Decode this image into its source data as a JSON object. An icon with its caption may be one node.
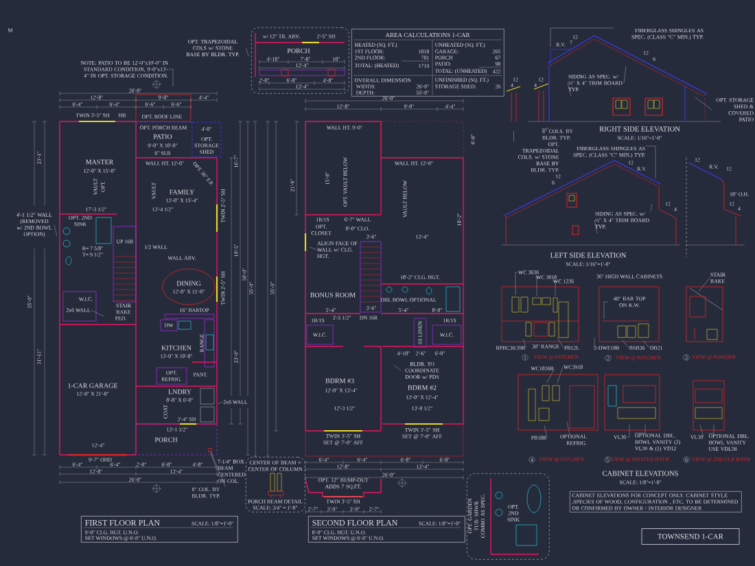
{
  "diagram": {
    "nodes": [
      {
        "text": [
          "AREA CALCULATIONS 1-CAR",
          "HEATED (SQ. FT.)",
          "1ST FLOOR:",
          "1018",
          "2ND FLOOR:",
          "701",
          "TOTAL: (HEATED)",
          "1719",
          "UNHEATED (SQ. FT.)",
          "GARAGE:",
          "265",
          "PORCH",
          "67",
          "PATIO:",
          "90",
          "TOTAL: (UNHEATED)",
          "422",
          "OVERALL DIMENSION",
          "WIDTH:",
          "26'-0\"",
          "DEPTH:",
          "55'-0\"",
          "UNFINISHED (SQ. FT.)",
          "STORAGE SHED:",
          "26"
        ]
      },
      {
        "text": [
          "FIRST FLOOR PLAN",
          "SCALE: 1/8\"=1'-0\"",
          "9'-0\" CLG. HGT. U.N.O.",
          "SET WINDOWS @ 6'-8\" U.N.O."
        ]
      },
      {
        "text": [
          "SECOND FLOOR PLAN",
          "SCALE: 1/8\"=1'-0\"",
          "8'-0\" CLG. HGT. U.N.O.",
          "SET WINDOWS @ 6'-8\" U.N.O."
        ]
      },
      {
        "text": [
          "CABINET ELEVATIONS FOR CONCEPT ONLY. CABINET STYLE ,SPECIES OF WOOD, CONFIGURATION , ETC. TO BE DETERMINED OR CONFIRMED BY OWNER / INTERIOR DESIGNER"
        ]
      },
      {
        "text": [
          "TOWNSEND 1-CAR"
        ]
      },
      {
        "text": [
          "w/ 12\" TR. ABV.",
          "2'-5\" SH",
          "PORCH",
          "4'-10\"",
          "7'-8\"",
          "10\"",
          "13'-4\"",
          "2'-0\"",
          "6'-8\"",
          "4'-8\"",
          "13'-4\""
        ]
      },
      {
        "text": [
          "OPT. TRAPEZOIDAL COLS w/ STONE BASE BY BLDR. TYP."
        ]
      },
      {
        "text": [
          "CENTER OF BEAM = CENTER OF COLUMN",
          "PORCH BEAM DETAIL",
          "SCALE: 3/4\" = 1'-0\""
        ]
      },
      {
        "text": [
          "OPT. GARDEN TUB/ SHWR COMBO AS SPEC.",
          "OPT. 2ND SINK"
        ]
      },
      {
        "text": [
          "NOTE: PATIO TO BE 12'-0\"x10'-0\" IN STANDARD CONDITION, 9'-0\"x13'-4\" IN OPT. STORAGE CONDITION."
        ]
      },
      {
        "text": [
          "4'-1 1/2\" WALL (REMOVED w/ 2ND BOWL OPTION)"
        ]
      },
      {
        "text": [
          "2x6 WALL"
        ]
      },
      {
        "text": [
          "2x6 WALL"
        ]
      },
      {
        "text": [
          "8\" COL. BY BLDR. TYP."
        ]
      },
      {
        "text": [
          "7-1/4\" BOX BEAM CENTERED ON COL."
        ]
      },
      {
        "text": [
          "ALIGN FACE OF WALL w/ CLG. HGT."
        ]
      },
      {
        "text": [
          "BLDR. TO COORDINATE DOOR w/ PDS"
        ]
      },
      {
        "text": [
          "FIBERGLASS SHINGLES AS SPEC. (CLASS \"C\" MIN.) TYP."
        ]
      },
      {
        "text": [
          "SIDING AS SPEC. w/ ½\" X 4\" TRIM BOARD TYP."
        ]
      },
      {
        "text": [
          "OPT. STORAGE SHED & COVERED PATIO"
        ]
      },
      {
        "text": [
          "8\" COLS. BY BLDR. TYP."
        ]
      },
      {
        "text": [
          "OPT. TRAPEZOIDAL COLS. w/ STONE BASE BY BLDR. TYP."
        ]
      },
      {
        "text": [
          "FIBERGLASS SHINGLES AS SPEC. (CLASS \"C\" MIN.) TYP."
        ]
      },
      {
        "text": [
          "SIDING AS SPEC. w/ ½\" X 4\" TRIM BOARD TYP."
        ]
      },
      {
        "text": [
          "WC 3636"
        ]
      },
      {
        "text": [
          "WC 3018"
        ]
      },
      {
        "text": [
          "WC 1236"
        ]
      },
      {
        "text": [
          "RPBC36/39R"
        ]
      },
      {
        "text": [
          "PB12L"
        ]
      },
      {
        "text": [
          "48\" BAR TOP ON K.W."
        ]
      },
      {
        "text": [
          "2-DWE18R"
        ]
      },
      {
        "text": [
          "BSB36"
        ]
      },
      {
        "text": [
          "DB21"
        ]
      },
      {
        "text": [
          "STAIR RAKE"
        ]
      },
      {
        "text": [
          "WC1836R"
        ]
      },
      {
        "text": [
          "WC3918"
        ]
      },
      {
        "text": [
          "PB18R"
        ]
      },
      {
        "text": [
          "OPTIONAL REFRIG."
        ]
      },
      {
        "text": [
          "VL36"
        ]
      },
      {
        "text": [
          "OPTIONAL DBL. BOWL VANITY (2) VL30 & (1) VD12"
        ]
      },
      {
        "text": [
          "VL30"
        ]
      },
      {
        "text": [
          "OPTIONAL DBL. BOWL VANITY USE VDL58"
        ]
      },
      {
        "text": [],
        "shape": "box"
      }
    ],
    "edges": [
      {
        "from": 6,
        "to": null,
        "arrow": "none"
      },
      {
        "from": 9,
        "to": null,
        "arrow": "none"
      },
      {
        "from": 10,
        "to": null,
        "arrow": "none"
      },
      {
        "from": 11,
        "to": null,
        "arrow": "none"
      },
      {
        "from": 12,
        "to": null,
        "arrow": "none"
      },
      {
        "from": 13,
        "to": 42,
        "arrow": "none"
      },
      {
        "from": 14,
        "to": 42,
        "arrow": "none"
      },
      {
        "from": 15,
        "to": null,
        "arrow": "none"
      },
      {
        "from": 16,
        "to": null,
        "arrow": "none"
      },
      {
        "from": 17,
        "to": null,
        "arrow": "none"
      },
      {
        "from": 18,
        "to": null,
        "arrow": "none"
      },
      {
        "from": 18,
        "to": null,
        "arrow": "none"
      },
      {
        "from": 19,
        "to": null,
        "arrow": "none"
      },
      {
        "from": 20,
        "to": null,
        "arrow": "none"
      },
      {
        "from": 21,
        "to": null,
        "arrow": "none"
      },
      {
        "from": 22,
        "to": null,
        "arrow": "none"
      },
      {
        "from": 23,
        "to": null,
        "arrow": "none"
      },
      {
        "from": 23,
        "to": null,
        "arrow": "none"
      },
      {
        "from": 24,
        "to": null,
        "arrow": "none"
      },
      {
        "from": 25,
        "to": null,
        "arrow": "none"
      },
      {
        "from": 26,
        "to": null,
        "arrow": "none"
      },
      {
        "from": 27,
        "to": null,
        "arrow": "none"
      },
      {
        "from": 28,
        "to": null,
        "arrow": "none"
      },
      {
        "from": 29,
        "to": null,
        "arrow": "none"
      },
      {
        "from": 30,
        "to": null,
        "arrow": "none"
      },
      {
        "from": 31,
        "to": null,
        "arrow": "none"
      },
      {
        "from": 32,
        "to": null,
        "arrow": "none"
      },
      {
        "from": 33,
        "to": null,
        "arrow": "none"
      },
      {
        "from": 34,
        "to": null,
        "arrow": "none"
      },
      {
        "from": 35,
        "to": null,
        "arrow": "none"
      },
      {
        "from": 36,
        "to": null,
        "arrow": "none"
      },
      {
        "from": 37,
        "to": null,
        "arrow": "none"
      },
      {
        "from": 38,
        "to": null,
        "arrow": "none"
      },
      {
        "from": 39,
        "to": null,
        "arrow": "none"
      },
      {
        "from": 40,
        "to": null,
        "arrow": "none"
      },
      {
        "from": 41,
        "to": null,
        "arrow": "none"
      }
    ],
    "labels": [
      "M",
      "26'-0\"",
      "12'-8\"",
      "9'-0\"",
      "4'-4\"",
      "6'-4\"",
      "6'-4\"",
      "6'-6\"",
      "6'-6\"",
      "TWIN 3'-5\" SH",
      "HB",
      "OPT. ROOF LINE",
      "OPT. PORCH BEAM",
      "PATIO",
      "9'-0\" X 10'-0\"",
      "4'-0\"",
      "OPT. STORAGE SHED",
      "6\" SLR",
      "WALL HT. 12'-0\"",
      "MASTER",
      "12'-0\" X 15'-0\"",
      "VAULT",
      "OPT.",
      "VAULT",
      "OPT. 36\" F.P.",
      "FAMILY",
      "13'-0\" X 15'-4\"",
      "17'-3 1/2\"",
      "13'-4 1/2\"",
      "OPT. 2ND SINK",
      "UP 16R",
      "R= 7 5/8\"",
      "T= 9 1/2\"",
      "1/2 WALL",
      "WALL ABV.",
      "DINING",
      "12'-0\" X 11'-0\"",
      "TWIN 2'-5\" SH",
      "TWIN 2'-5\" SH",
      "W.I.C.",
      "STAIR RAKE",
      "PED.",
      "DW",
      "16\" BARTOP",
      "KITCHEN",
      "13'-0\" X 10'-8\"",
      "RANGE",
      "OPT. REFRIG.",
      "PANT.",
      "1-CAR GARAGE",
      "12'-0\" X 21'-0\"",
      "LNDRY",
      "8'-8\" X 6'-0\"",
      "COAT",
      "2'-4\" SH",
      "13'-1 1/2\"",
      "PORCH",
      "12'-4\"",
      "9'-7\" OHD",
      "6'-4\"",
      "6'-4\"",
      "2'-0\"",
      "6'-8\"",
      "4'-8\"",
      "12'-8\"",
      "13'-4\"",
      "26'-0\"",
      "23'-1\"",
      "55'-0\"",
      "31'-11\"",
      "16'-7\"",
      "10'-5\"",
      "23'-0\"",
      "50'-0\"",
      "26'-0\"",
      "12'-8\"",
      "9'-0\"",
      "4'-4\"",
      "WALL HT. 9'-0\"",
      "OPT. VAULT BELOW",
      "15'-8\"",
      "21'-6\"",
      "WALL HT. 12'-0\"",
      "VAULT BELOW",
      "6'-8\"",
      "18'-2\"",
      "1R/1S",
      "6'-7\" WALL",
      "OPT. CLOSET",
      "8'-0\" CLO.",
      "3'-6\"",
      "13'-4\"",
      "18'-2\" CLG. HGT.",
      "BONUS ROOM",
      "DBL BOWL OPTIONAL",
      "5'-4\"",
      "3'-6\"",
      "5'-4\"",
      "8'-0\"",
      "3'-5 1/2\"",
      "DN 16R",
      "1R/1S",
      "1R/1S",
      "W.I.C.",
      "W.I.C.",
      "SS LINEN",
      "4'-10\"",
      "2'-6\"",
      "6'-0\"",
      "BDRM #3",
      "12'-0\" X 13'-4\"",
      "BDRM #2",
      "13'-0\" X 12'-4\"",
      "12'-3 1/2\"",
      "13'-0 1/2\"",
      "TWIN 3'-5\" SH SET @ 7'-0\" AFF",
      "TWIN 3'-5\" SH SET @ 7'-0\" AFF",
      "6'-4\"",
      "6'-4\"",
      "6'-8\"",
      "6'-8\"",
      "12'-8\"",
      "13'-4\"",
      "26'-0\"",
      "OPT. 12\" BUMP-OUT ADDS 7 SQ.FT.",
      "TWIN 3'-5\" SH",
      "2'-7\"",
      "3'-9\"",
      "3'-9\"",
      "2'-7\"",
      "55'-0\"",
      "55'-0\"",
      "12",
      "7",
      "12",
      "6",
      "12",
      "4",
      "12",
      "4",
      "R.V.",
      "RIGHT SIDE ELEVATION",
      "SCALE: 1/16\"=1'-0\"",
      "12",
      "6",
      "12",
      "R.V.",
      "12",
      "4",
      "12",
      "R.V.",
      "12",
      "18\" O.H.",
      "12",
      "4",
      "LEFT SIDE ELEVATION",
      "SCALE: 1/16\"=1'-0\"",
      "36\" HIGH WALL CABINETS",
      "30\" RANGE",
      "1",
      "VIEW @ KITCHEN",
      "2",
      "VIEW @ KITCHEN",
      "3",
      "VIEW @ POWDER",
      "4",
      "VIEW @ KITCHEN",
      "5",
      "VIEW @ MASTER BATH",
      "6",
      "VIEW @ 2ND FLR BATH",
      "CABINET ELEVATIONS",
      "SCALE: 1/8\"=1'-0\""
    ]
  }
}
